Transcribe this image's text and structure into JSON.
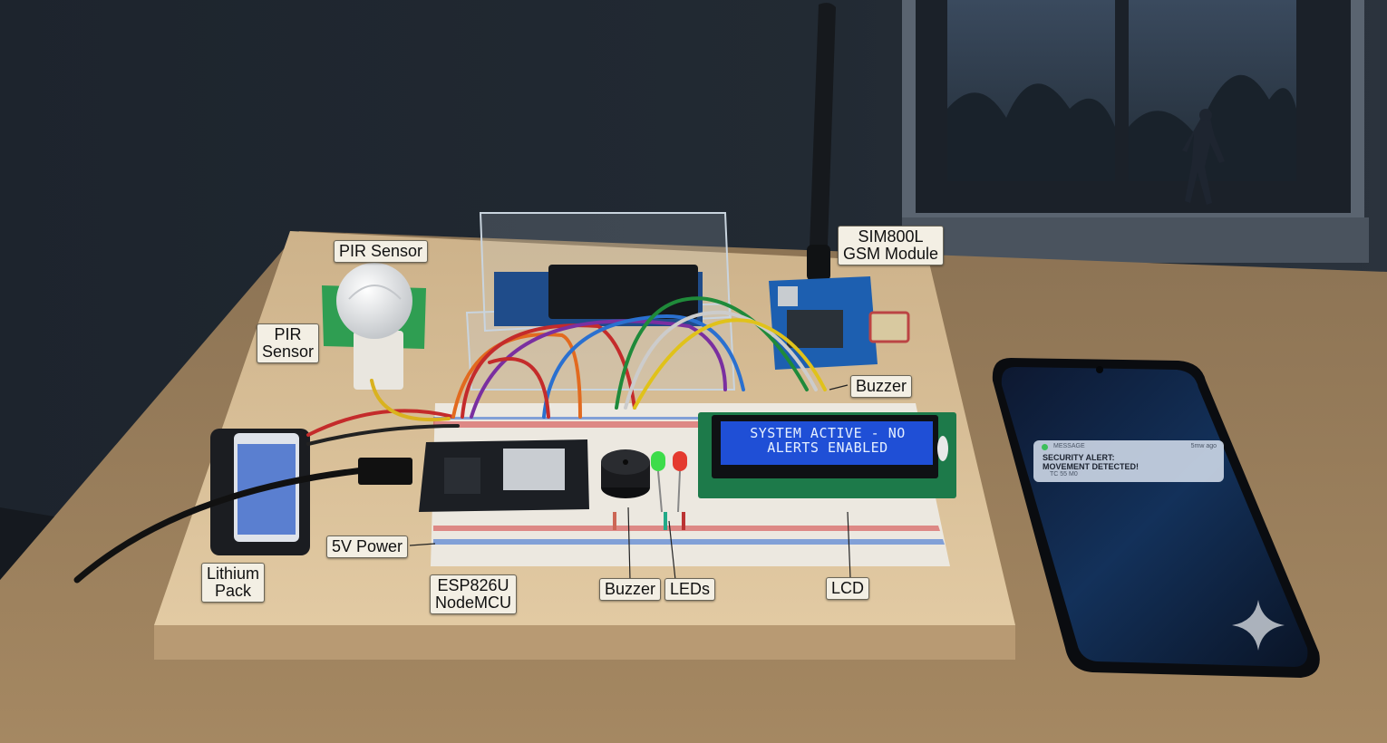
{
  "labels": {
    "pir_top": "PIR Sensor",
    "pir_side_1": "PIR",
    "pir_side_2": "Sensor",
    "gsm_1": "SIM800L",
    "gsm_2": "GSM Module",
    "buzzer_top": "Buzzer",
    "power": "5V Power",
    "lithium_1": "Lithium",
    "lithium_2": "Pack",
    "esp_1": "ESP826U",
    "esp_2": "NodeMCU",
    "buzzer_bottom": "Buzzer",
    "leds": "LEDs",
    "lcd": "LCD"
  },
  "lcd": {
    "line1": "SYSTEM ACTIVE - NO",
    "line2": "ALERTS ENABLED"
  },
  "phone": {
    "app": "MESSAGE",
    "time": "5mw ago",
    "title_1": "SECURITY ALERT:",
    "title_2": "MOVEMENT DETECTED!",
    "sub": "TC 55 M0"
  },
  "colors": {
    "background": "#1a1f26",
    "board": "#d9bf98",
    "lcd": "#1f4fd6",
    "led_green": "#3ddc4a",
    "led_red": "#e43a2f"
  },
  "icons": [
    "sparkle-icon"
  ]
}
